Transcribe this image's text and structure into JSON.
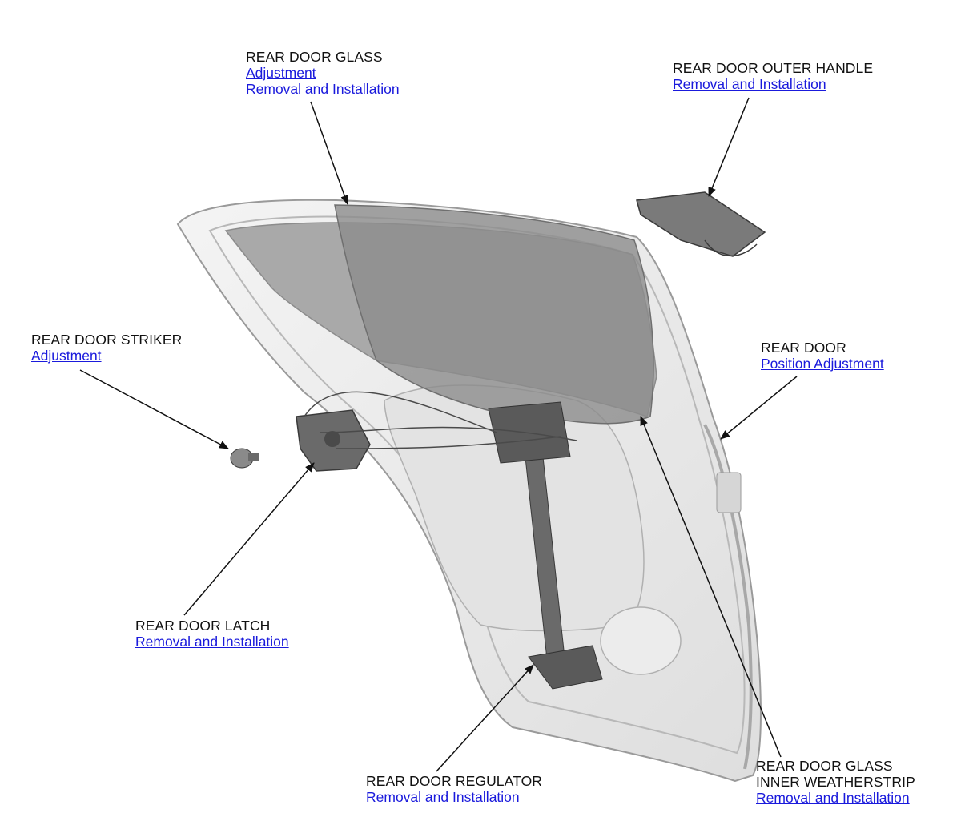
{
  "callouts": {
    "glass": {
      "title": "REAR DOOR GLASS",
      "links": [
        "Adjustment",
        "Removal and Installation"
      ]
    },
    "outer_handle": {
      "title": "REAR DOOR OUTER HANDLE",
      "links": [
        "Removal and Installation"
      ]
    },
    "striker": {
      "title": "REAR DOOR STRIKER",
      "links": [
        "Adjustment"
      ]
    },
    "door": {
      "title": "REAR DOOR",
      "links": [
        "Position Adjustment"
      ]
    },
    "latch": {
      "title": "REAR DOOR LATCH",
      "links": [
        "Removal and Installation"
      ]
    },
    "regulator": {
      "title": "REAR DOOR REGULATOR",
      "links": [
        "Removal and Installation"
      ]
    },
    "weatherstrip": {
      "title_line1": "REAR DOOR GLASS",
      "title_line2": "INNER WEATHERSTRIP",
      "links": [
        "Removal and Installation"
      ]
    }
  },
  "colors": {
    "link": "#1a1adc",
    "text": "#111111",
    "door_panel": "#ececec",
    "glass": "#8c8c8c",
    "mechanism": "#6a6a6a"
  }
}
